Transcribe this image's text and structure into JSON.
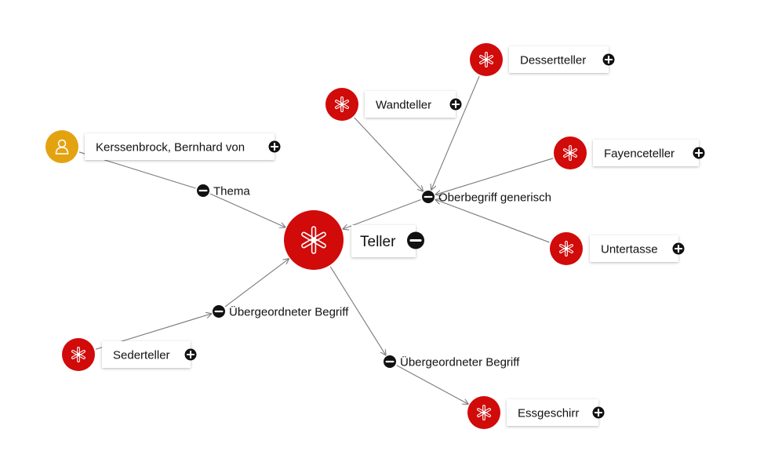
{
  "colors": {
    "concept": "#d10a0a",
    "person": "#e3a311",
    "edge": "#7a7a7a",
    "toggle": "#111111",
    "label_bg": "#ffffff"
  },
  "center": {
    "label": "Teller",
    "icon": "asterisk-icon"
  },
  "nodes": [
    {
      "id": "kerssenbrock",
      "label": "Kerssenbrock, Bernhard von",
      "kind": "person",
      "icon": "person-icon"
    },
    {
      "id": "wandteller",
      "label": "Wandteller",
      "kind": "concept",
      "icon": "asterisk-icon"
    },
    {
      "id": "dessertteller",
      "label": "Dessertteller",
      "kind": "concept",
      "icon": "asterisk-icon"
    },
    {
      "id": "fayenceteller",
      "label": "Fayenceteller",
      "kind": "concept",
      "icon": "asterisk-icon"
    },
    {
      "id": "untertasse",
      "label": "Untertasse",
      "kind": "concept",
      "icon": "asterisk-icon"
    },
    {
      "id": "sederteller",
      "label": "Sederteller",
      "kind": "concept",
      "icon": "asterisk-icon"
    },
    {
      "id": "essgeschirr",
      "label": "Essgeschirr",
      "kind": "concept",
      "icon": "asterisk-icon"
    }
  ],
  "relations": [
    {
      "id": "thema",
      "label": "Thema"
    },
    {
      "id": "oberbegriff",
      "label": "Oberbegriff generisch"
    },
    {
      "id": "uebergeordnet1",
      "label": "Übergeordneter Begriff"
    },
    {
      "id": "uebergeordnet2",
      "label": "Übergeordneter Begriff"
    }
  ]
}
